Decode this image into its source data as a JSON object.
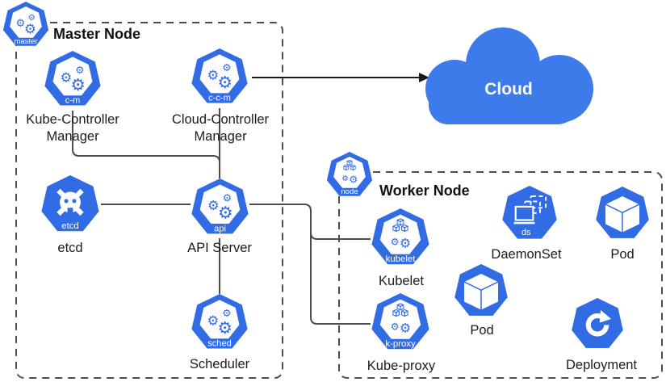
{
  "groups": {
    "master": {
      "title": "Master Node"
    },
    "worker": {
      "title": "Worker Node"
    }
  },
  "cloud": {
    "label": "Cloud"
  },
  "nodes": {
    "master": {
      "badge": "master"
    },
    "controller_manager": {
      "badge": "c-m",
      "caption": "Kube-Controller Manager"
    },
    "cloud_controller_manager": {
      "badge": "c-c-m",
      "caption": "Cloud-Controller Manager"
    },
    "etcd": {
      "badge": "etcd",
      "caption": "etcd"
    },
    "api_server": {
      "badge": "api",
      "caption": "API Server"
    },
    "scheduler": {
      "badge": "sched",
      "caption": "Scheduler"
    },
    "node": {
      "badge": "node"
    },
    "kubelet": {
      "badge": "kubelet",
      "caption": "Kubelet"
    },
    "kube_proxy": {
      "badge": "k-proxy",
      "caption": "Kube-proxy"
    },
    "daemonset": {
      "badge": "ds",
      "caption": "DaemonSet"
    },
    "pod_top": {
      "caption": "Pod"
    },
    "pod_bottom": {
      "caption": "Pod"
    },
    "deployment": {
      "caption": "Deployment"
    }
  },
  "glyphs": {
    "gear": "⚙"
  },
  "colors": {
    "kubernetes_blue": "#326CE5",
    "cloud_blue": "#3D7BEA",
    "line": "#4D4D4D",
    "text": "#1C1C1C"
  }
}
